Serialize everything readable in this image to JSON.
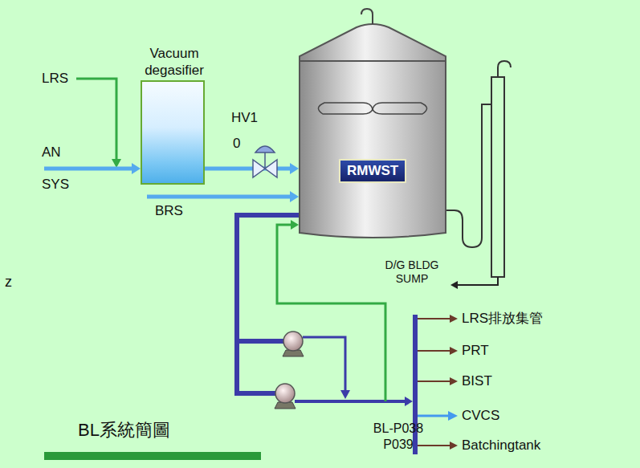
{
  "diagram": {
    "title": "BL系統簡圖",
    "nodes": [
      {
        "text": [
          "Vacuum degasifier"
        ]
      },
      {
        "text": [
          "RMWST"
        ]
      }
    ],
    "edges": [
      {
        "from": 0,
        "to": 1,
        "arrow": "to"
      }
    ],
    "labels": [
      "LRS",
      "AN SYS",
      "HV1",
      "0",
      "BRS",
      "D/G BLDG SUMP",
      "LRS排放集管",
      "PRT",
      "BIST",
      "CVCS",
      "Batchingtank",
      "BL-P038 P039",
      "z"
    ]
  }
}
